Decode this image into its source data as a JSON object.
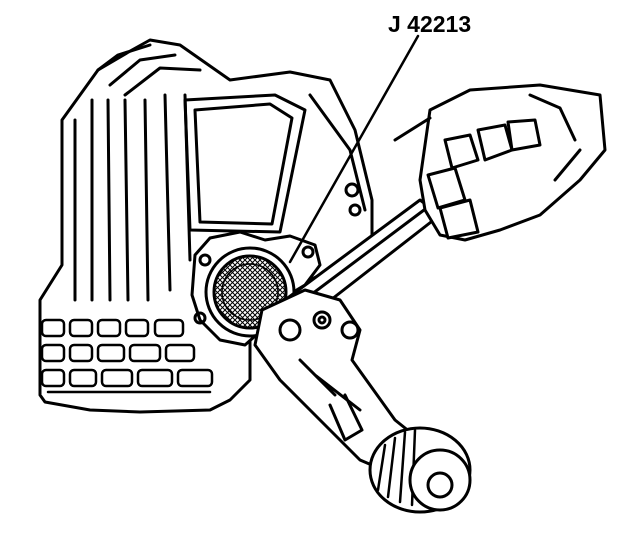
{
  "figure": {
    "callout_label": "J 42213",
    "parts": {
      "housing": "transmission-case-housing",
      "seal": "axle-shaft-seal",
      "tool": "seal-installer-tool",
      "handle": "drive-handle",
      "hand": "technician-hand"
    }
  }
}
